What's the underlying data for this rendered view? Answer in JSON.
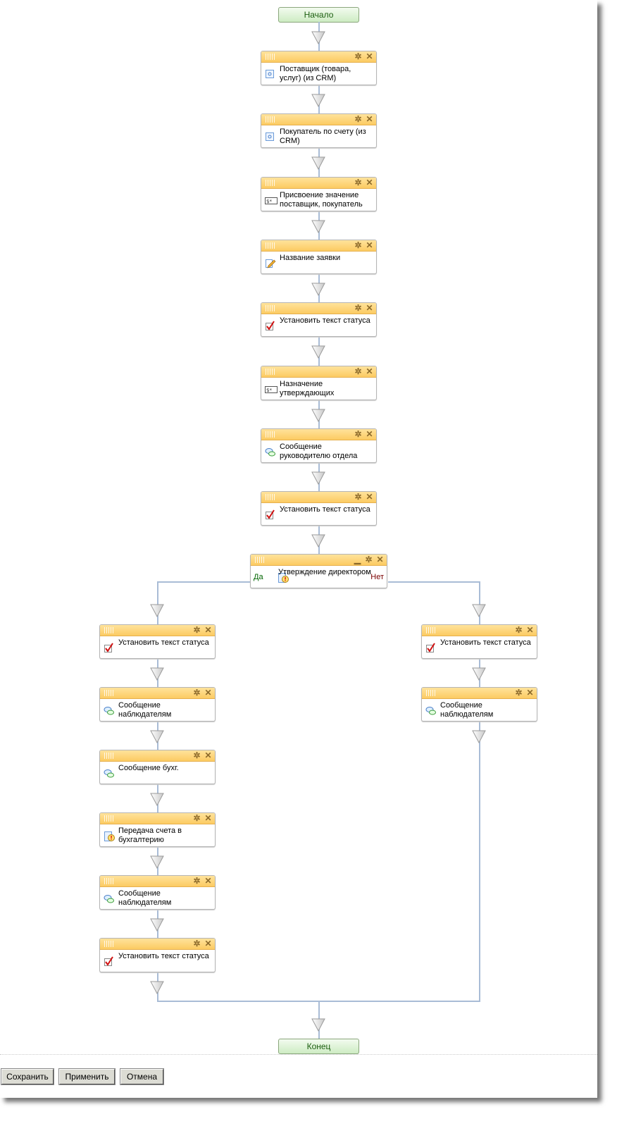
{
  "start": {
    "label": "Начало"
  },
  "end": {
    "label": "Конец"
  },
  "main_blocks": [
    {
      "title": "Поставщик (товара, услуг) (из CRM)",
      "icon": "entity-icon"
    },
    {
      "title": "Покупатель по счету (из CRM)",
      "icon": "entity-icon"
    },
    {
      "title": "Присвоение значение поставщик, покупатель",
      "icon": "variable-icon"
    },
    {
      "title": "Название заявки",
      "icon": "edit-icon"
    },
    {
      "title": "Установить текст статуса",
      "icon": "checkmark-icon"
    },
    {
      "title": "Назначение утверждающих",
      "icon": "variable-icon"
    },
    {
      "title": "Сообщение руководителю отдела",
      "icon": "chat-icon"
    },
    {
      "title": "Установить текст статуса",
      "icon": "checkmark-icon"
    }
  ],
  "condition": {
    "title": "Утверждение директором",
    "icon": "approval-icon",
    "yes_label": "Да",
    "no_label": "Нет"
  },
  "yes_branch": [
    {
      "title": "Установить текст статуса",
      "icon": "checkmark-icon"
    },
    {
      "title": "Сообщение наблюдателям",
      "icon": "chat-icon"
    },
    {
      "title": "Сообщение бухг.",
      "icon": "chat-icon"
    },
    {
      "title": "Передача счета в бухгалтерию",
      "icon": "approval-icon"
    },
    {
      "title": "Сообщение наблюдателям",
      "icon": "chat-icon"
    },
    {
      "title": "Установить текст статуса",
      "icon": "checkmark-icon"
    }
  ],
  "no_branch": [
    {
      "title": "Установить текст статуса",
      "icon": "checkmark-icon"
    },
    {
      "title": "Сообщение наблюдателям",
      "icon": "chat-icon"
    }
  ],
  "buttons": {
    "save": "Сохранить",
    "apply": "Применить",
    "cancel": "Отмена"
  },
  "colors": {
    "header": "#fccb62",
    "connector": "#a9bcd6",
    "terminal": "#cdecc3"
  }
}
